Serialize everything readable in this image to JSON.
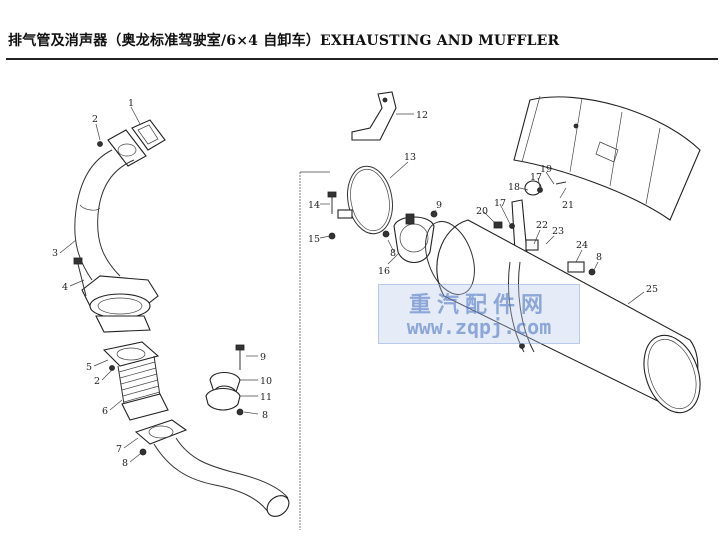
{
  "title": "排气管及消声器（奥龙标准驾驶室/6×4 自卸车）EXHAUSTING AND MUFFLER",
  "watermark": {
    "cn": "重汽配件网",
    "url": "www.zqpj.com"
  },
  "callouts": [
    {
      "id": "c1",
      "label": "1"
    },
    {
      "id": "c2a",
      "label": "2"
    },
    {
      "id": "c3",
      "label": "3"
    },
    {
      "id": "c4",
      "label": "4"
    },
    {
      "id": "c5",
      "label": "5"
    },
    {
      "id": "c2b",
      "label": "2"
    },
    {
      "id": "c6",
      "label": "6"
    },
    {
      "id": "c7",
      "label": "7"
    },
    {
      "id": "c8a",
      "label": "8"
    },
    {
      "id": "c9a",
      "label": "9"
    },
    {
      "id": "c10",
      "label": "10"
    },
    {
      "id": "c11",
      "label": "11"
    },
    {
      "id": "c8b",
      "label": "8"
    },
    {
      "id": "c12",
      "label": "12"
    },
    {
      "id": "c13",
      "label": "13"
    },
    {
      "id": "c14",
      "label": "14"
    },
    {
      "id": "c15",
      "label": "15"
    },
    {
      "id": "c9b",
      "label": "9"
    },
    {
      "id": "c8c",
      "label": "8"
    },
    {
      "id": "c16",
      "label": "16"
    },
    {
      "id": "c17a",
      "label": "17"
    },
    {
      "id": "c19",
      "label": "19"
    },
    {
      "id": "c18",
      "label": "18"
    },
    {
      "id": "c21",
      "label": "21"
    },
    {
      "id": "c20",
      "label": "20"
    },
    {
      "id": "c17b",
      "label": "17"
    },
    {
      "id": "c22",
      "label": "22"
    },
    {
      "id": "c23",
      "label": "23"
    },
    {
      "id": "c24",
      "label": "24"
    },
    {
      "id": "c8d",
      "label": "8"
    },
    {
      "id": "c25",
      "label": "25"
    }
  ]
}
